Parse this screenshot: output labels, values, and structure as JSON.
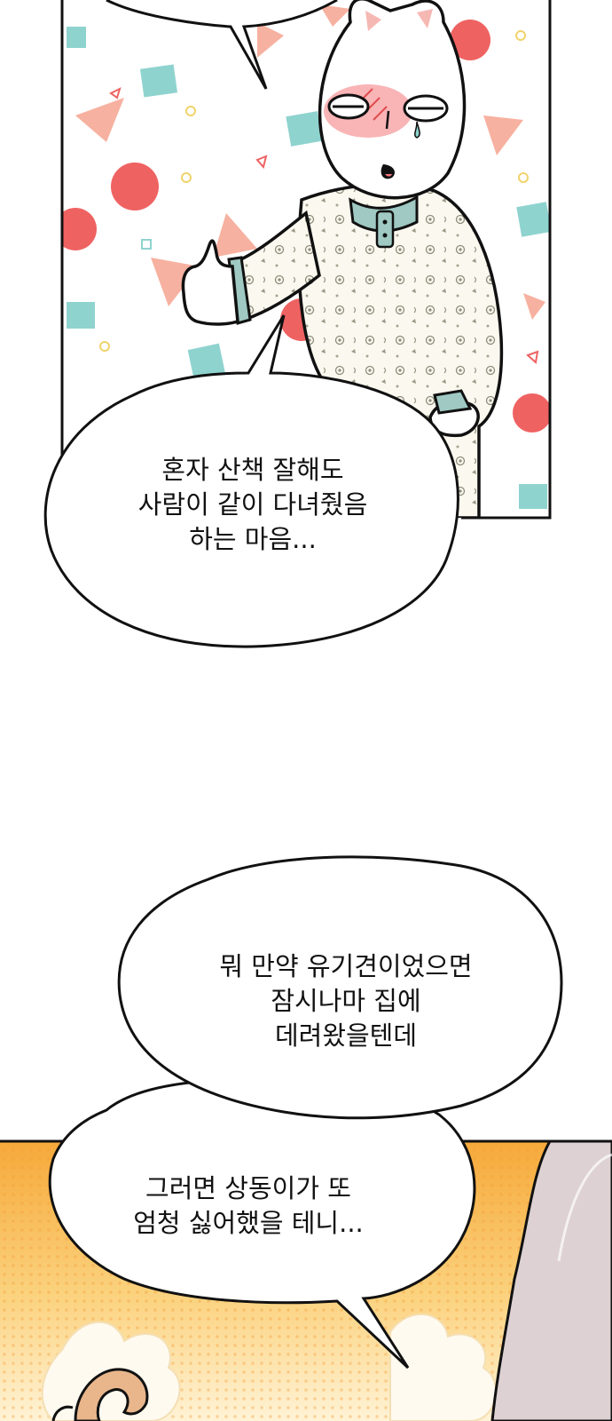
{
  "colors": {
    "ink": "#111111",
    "page_background": "#ffffff",
    "pattern_coral": "#f6a38f",
    "pattern_red": "#ef5f5f",
    "pattern_teal": "#8fd3cf",
    "blush": "#f4777a",
    "pajama_cream": "#fbf8ef",
    "pajama_trim": "#9fc9c2",
    "burst_orange": "#f7b548",
    "burst_light": "#fff2cc",
    "hair_lavender": "#ddd1d4"
  },
  "icons": {
    "character": "cat-character-icon",
    "thumbs_up": "thumbs-up-icon"
  },
  "bubbles": [
    {
      "id": "bubble-1",
      "lines": [
        "혼자 산책 잘해도",
        "사람이 같이 다녀줬음",
        "하는 마음..."
      ]
    },
    {
      "id": "bubble-2",
      "lines": [
        "뭐 만약 유기견이었으면",
        "잠시나마 집에",
        "데려왔을텐데"
      ]
    },
    {
      "id": "bubble-3",
      "lines": [
        "그러면 상동이가 또",
        "엄청 싫어했을 테니..."
      ]
    }
  ]
}
